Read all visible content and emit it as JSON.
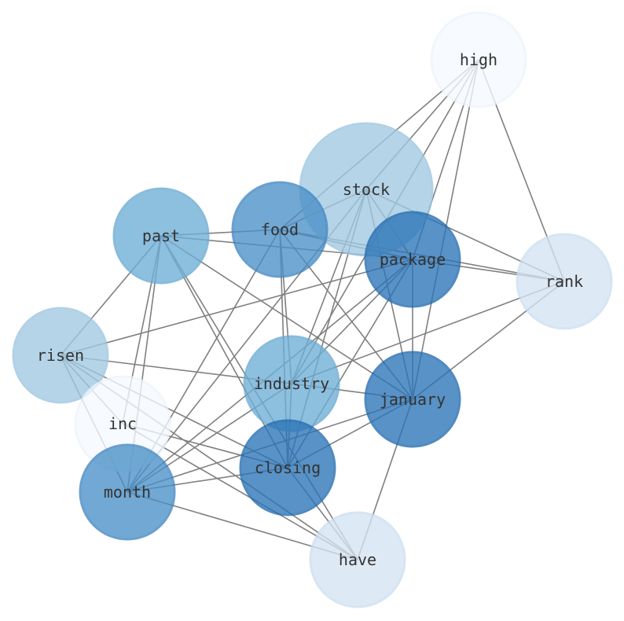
{
  "palette": {
    "edge": "#808080",
    "label": "#333333"
  },
  "nodes": [
    {
      "id": "high",
      "label": "high",
      "fill": "#f5f9fe",
      "stroke": "#eef4fc"
    },
    {
      "id": "stock",
      "label": "stock",
      "fill": "#a1c9e2",
      "stroke": "#9cc5df"
    },
    {
      "id": "rank",
      "label": "rank",
      "fill": "#d4e4f2",
      "stroke": "#cadef0"
    },
    {
      "id": "past",
      "label": "past",
      "fill": "#6eaed6",
      "stroke": "#68a9d2"
    },
    {
      "id": "food",
      "label": "food",
      "fill": "#4a90c8",
      "stroke": "#3f85c1"
    },
    {
      "id": "package",
      "label": "package",
      "fill": "#2a74b7",
      "stroke": "#1f6aaf"
    },
    {
      "id": "risen",
      "label": "risen",
      "fill": "#a1c9e2",
      "stroke": "#9cc5df"
    },
    {
      "id": "industry",
      "label": "industry",
      "fill": "#6eaed6",
      "stroke": "#68a9d2"
    },
    {
      "id": "january",
      "label": "january",
      "fill": "#2a74b7",
      "stroke": "#1f6aaf"
    },
    {
      "id": "inc",
      "label": "inc",
      "fill": "#f5f9fe",
      "stroke": "#eef4fc"
    },
    {
      "id": "closing",
      "label": "closing",
      "fill": "#2a74b7",
      "stroke": "#1f6aaf"
    },
    {
      "id": "month",
      "label": "month",
      "fill": "#4a90c8",
      "stroke": "#3f85c1"
    },
    {
      "id": "have",
      "label": "have",
      "fill": "#d4e4f2",
      "stroke": "#cadef0"
    }
  ],
  "edges": [
    [
      "high",
      "stock"
    ],
    [
      "high",
      "food"
    ],
    [
      "high",
      "package"
    ],
    [
      "high",
      "rank"
    ],
    [
      "high",
      "industry"
    ],
    [
      "high",
      "january"
    ],
    [
      "stock",
      "food"
    ],
    [
      "stock",
      "package"
    ],
    [
      "stock",
      "rank"
    ],
    [
      "stock",
      "industry"
    ],
    [
      "stock",
      "january"
    ],
    [
      "stock",
      "closing"
    ],
    [
      "stock",
      "month"
    ],
    [
      "past",
      "food"
    ],
    [
      "past",
      "package"
    ],
    [
      "past",
      "risen"
    ],
    [
      "past",
      "january"
    ],
    [
      "past",
      "closing"
    ],
    [
      "past",
      "inc"
    ],
    [
      "past",
      "month"
    ],
    [
      "past",
      "have"
    ],
    [
      "food",
      "package"
    ],
    [
      "food",
      "rank"
    ],
    [
      "food",
      "industry"
    ],
    [
      "food",
      "january"
    ],
    [
      "food",
      "closing"
    ],
    [
      "food",
      "month"
    ],
    [
      "package",
      "rank"
    ],
    [
      "package",
      "risen"
    ],
    [
      "package",
      "january"
    ],
    [
      "package",
      "industry"
    ],
    [
      "package",
      "closing"
    ],
    [
      "package",
      "month"
    ],
    [
      "rank",
      "january"
    ],
    [
      "rank",
      "industry"
    ],
    [
      "risen",
      "industry"
    ],
    [
      "risen",
      "closing"
    ],
    [
      "risen",
      "month"
    ],
    [
      "risen",
      "have"
    ],
    [
      "risen",
      "inc"
    ],
    [
      "industry",
      "january"
    ],
    [
      "industry",
      "closing"
    ],
    [
      "industry",
      "month"
    ],
    [
      "january",
      "closing"
    ],
    [
      "january",
      "month"
    ],
    [
      "january",
      "have"
    ],
    [
      "inc",
      "closing"
    ],
    [
      "inc",
      "have"
    ],
    [
      "closing",
      "month"
    ],
    [
      "closing",
      "have"
    ],
    [
      "month",
      "have"
    ]
  ]
}
